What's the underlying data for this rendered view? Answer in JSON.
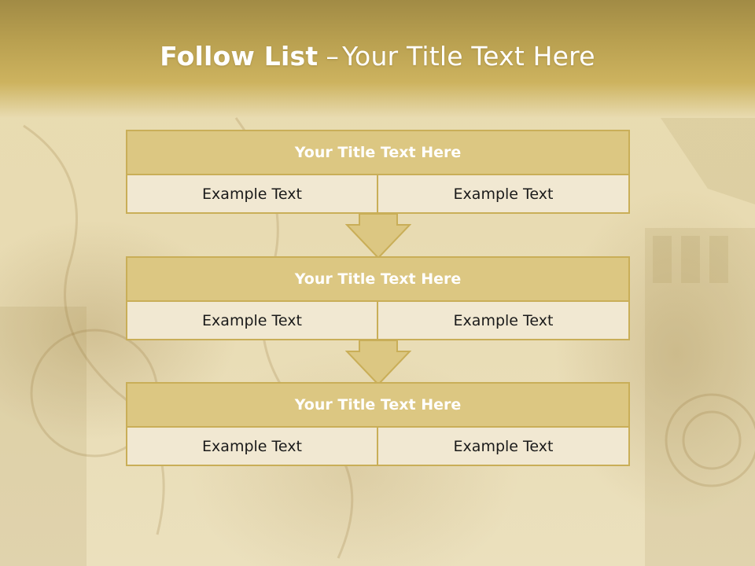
{
  "title": {
    "bold": "Follow List",
    "separator": "–",
    "rest": "Your Title Text Here"
  },
  "blocks": [
    {
      "title": "Your Title Text Here",
      "left": "Example Text",
      "right": "Example Text"
    },
    {
      "title": "Your Title Text Here",
      "left": "Example Text",
      "right": "Example Text"
    },
    {
      "title": "Your Title Text Here",
      "left": "Example Text",
      "right": "Example Text"
    }
  ],
  "colors": {
    "header_fill": "#dcc782",
    "border": "#c9ae58",
    "cell_fill": "#f1e8d2",
    "title_band": "#b9a050"
  }
}
